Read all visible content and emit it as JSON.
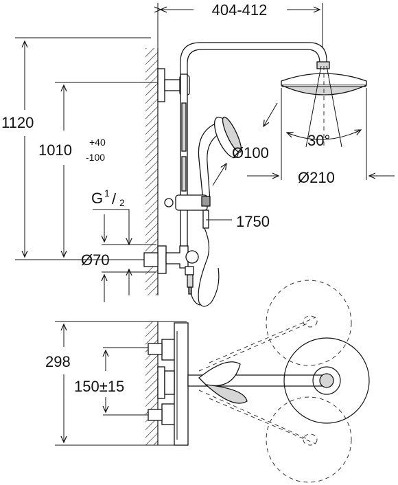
{
  "dimensions": {
    "top_width": "404-412",
    "total_height": "1120",
    "rail_height_base": "1010",
    "rail_height_tol_plus": "+40",
    "rail_height_tol_minus": "-100",
    "thread_label": "G",
    "thread_num": "1",
    "thread_den": "2",
    "escutcheon_dia": "Ø70",
    "handshower_dia": "Ø100",
    "head_dia": "Ø210",
    "head_angle": "30°",
    "hose_length": "1750",
    "valve_height": "298",
    "inlet_spacing": "150±15"
  }
}
